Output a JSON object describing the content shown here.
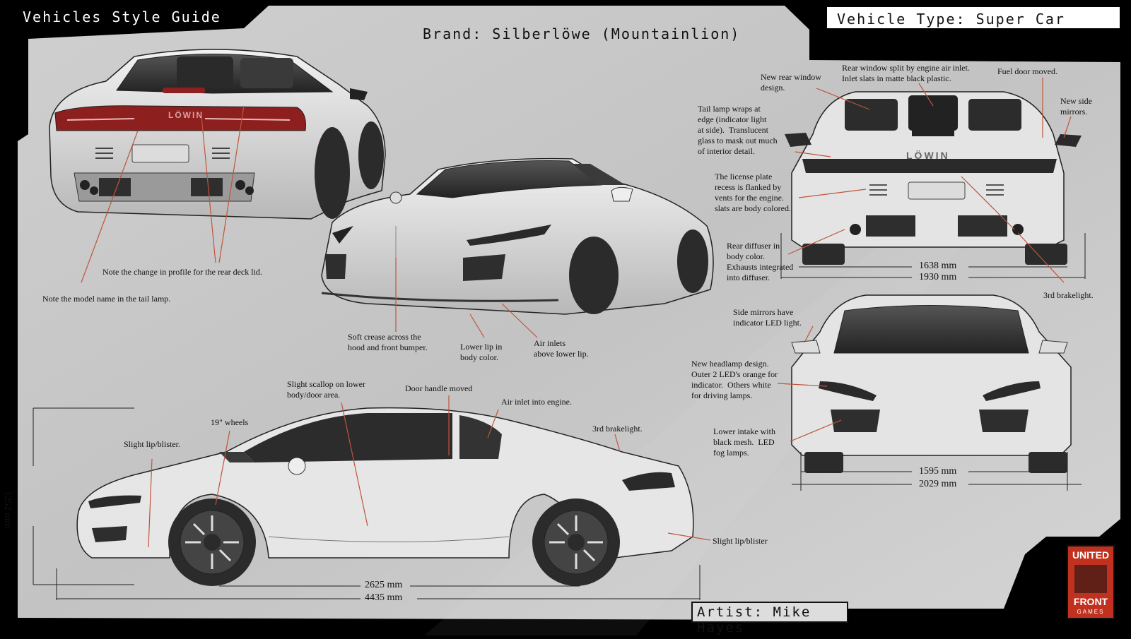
{
  "header": {
    "guide_title": "Vehicles Style Guide",
    "brand": "Brand: Silberlöwe (Mountainlion)",
    "vehicle_type": "Vehicle Type: Super Car",
    "artist": "Artist: Mike Hayes"
  },
  "logo": {
    "line1": "UNITED",
    "line2": "FRONT",
    "line3": "GAMES"
  },
  "tail_lamp_badge": "LÖWIN",
  "notes": {
    "tail_lamp_name": "Note the model name in the tail lamp.",
    "deck_lid": "Note the change in profile for the rear deck lid.",
    "soft_crease": "Soft crease across the\nhood and front bumper.",
    "lower_lip": "Lower lip in\nbody color.",
    "air_inlets": "Air inlets\nabove lower lip.",
    "new_rear_window": "New rear window\ndesign.",
    "rear_window_split": "Rear window split by engine air inlet.\nInlet slats in matte black plastic.",
    "fuel_door": "Fuel door moved.",
    "side_mirrors_new": "New side\nmirrors.",
    "tail_lamp_wraps": "Tail lamp wraps at\nedge (indicator light\nat side).  Translucent\nglass to mask out much\nof interior detail.",
    "license_plate": "The license plate\nrecess is flanked by\nvents for the engine.\nslats are body colored.",
    "rear_diffuser": "Rear diffuser in\nbody color.\nExhausts integrated\ninto diffuser.",
    "rear_brakelight": "3rd brakelight.",
    "side_mirror_led": "Side mirrors have\nindicator LED light.",
    "headlamp": "New headlamp design.\nOuter 2 LED's orange for\nindicator.  Others white\nfor driving lamps.",
    "lower_intake": "Lower intake with\nblack mesh.  LED\nfog lamps.",
    "scallop": "Slight scallop on lower\nbody/door area.",
    "door_handle": "Door handle moved",
    "engine_inlet": "Air inlet into engine.",
    "wheels": "19\" wheels",
    "lip_blister_front": "Slight lip/blister.",
    "side_brakelight": "3rd brakelight.",
    "lip_blister_rear": "Slight lip/blister"
  },
  "dimensions": {
    "rear_track": "1638 mm",
    "rear_width": "1930 mm",
    "front_track": "1595 mm",
    "front_width": "2029 mm",
    "wheelbase": "2625 mm",
    "length": "4435 mm",
    "height": "1252 mm"
  },
  "colors": {
    "panel": "#c9c9c9",
    "panel_light": "#d6d6d6",
    "ink": "#111111",
    "annotation_line": "#c0543a",
    "tail_lamp": "#8e1f1f",
    "logo_red": "#c0321f",
    "car_body": "#e4e4e4",
    "tire": "#2b2b2b"
  }
}
